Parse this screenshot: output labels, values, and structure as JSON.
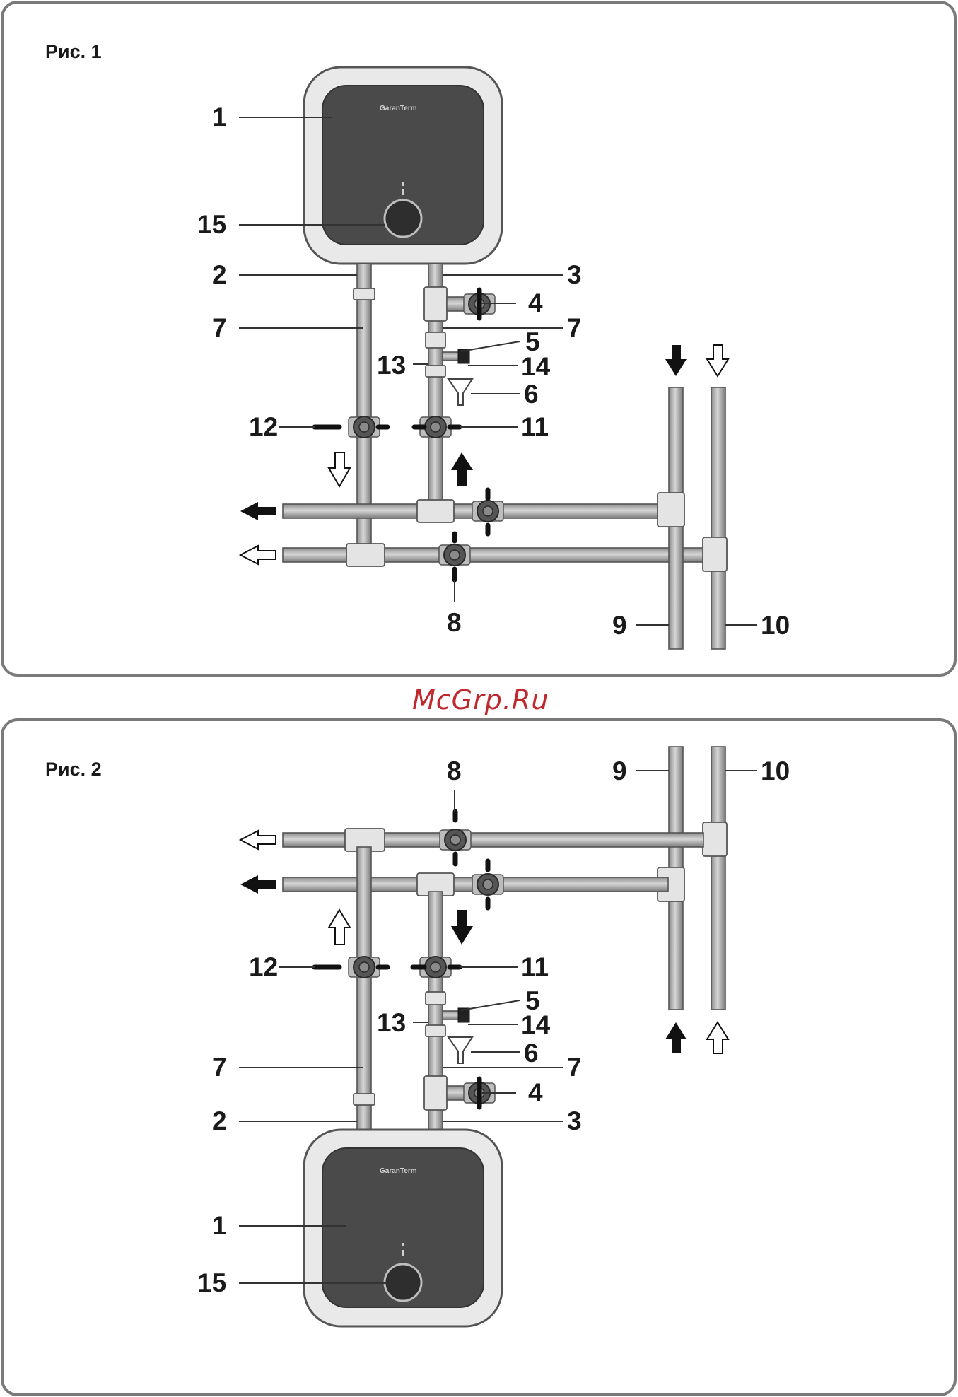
{
  "watermark": "McGrp.Ru",
  "figures": [
    {
      "title": "Рис. 1",
      "heater_brand": "GaranTerm",
      "labels": {
        "l1": "1",
        "l15": "15",
        "l2": "2",
        "l3": "3",
        "l4": "4",
        "l7a": "7",
        "l7b": "7",
        "l5": "5",
        "l13": "13",
        "l14": "14",
        "l6": "6",
        "l12": "12",
        "l11": "11",
        "l8": "8",
        "l9": "9",
        "l10": "10"
      }
    },
    {
      "title": "Рис. 2",
      "heater_brand": "GaranTerm",
      "labels": {
        "l1": "1",
        "l15": "15",
        "l2": "2",
        "l3": "3",
        "l4": "4",
        "l7a": "7",
        "l7b": "7",
        "l5": "5",
        "l13": "13",
        "l14": "14",
        "l6": "6",
        "l12": "12",
        "l11": "11",
        "l8": "8",
        "l9": "9",
        "l10": "10"
      }
    }
  ],
  "colors": {
    "watermark": "#c0282d",
    "frame": "#7a7a7a",
    "heater_panel": "#4a4a4a"
  }
}
